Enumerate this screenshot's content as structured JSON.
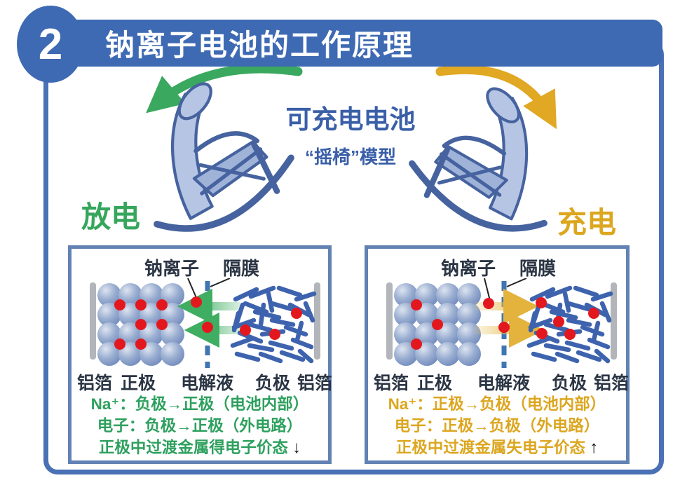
{
  "header": {
    "number": "2",
    "title": "钠离子电池的工作原理"
  },
  "model": {
    "title": "可充电电池",
    "subtitle": "“摇椅”模型"
  },
  "discharge_label": "放电",
  "charge_label": "充电",
  "panel_discharge": {
    "ion_label": "钠离子",
    "separator_label": "隔膜",
    "electrodes": [
      "铝箔",
      "正极",
      "电解液",
      "负极",
      "铝箔"
    ],
    "line1": "Na⁺：负极→正极（电池内部）",
    "line2": "电子：负极→正极（外电路）",
    "line3": "正极中过渡金属得电子价态",
    "valence_arrow": "↓"
  },
  "panel_charge": {
    "ion_label": "钠离子",
    "separator_label": "隔膜",
    "electrodes": [
      "铝箔",
      "正极",
      "电解液",
      "负极",
      "铝箔"
    ],
    "line1": "Na⁺：正极→负极（电池内部）",
    "line2": "电子：正极→负极（外电路）",
    "line3": "正极中过渡金属失电子价态",
    "valence_arrow": "↑"
  },
  "colors": {
    "primary_blue": "#3e6ab3",
    "frame_border": "#4a70b5",
    "panel_border": "#6282b4",
    "deep_blue_text": "#3a5fa8",
    "green": "#35a65c",
    "gold": "#dca61f",
    "red_ion": "#e3181e",
    "stick_blue": "#3e63ae",
    "separator_blue": "#3f76b2",
    "foil_gray": "#b2b5ba",
    "chair_fill": "#b6c5e4",
    "chair_stroke": "#46639f"
  }
}
